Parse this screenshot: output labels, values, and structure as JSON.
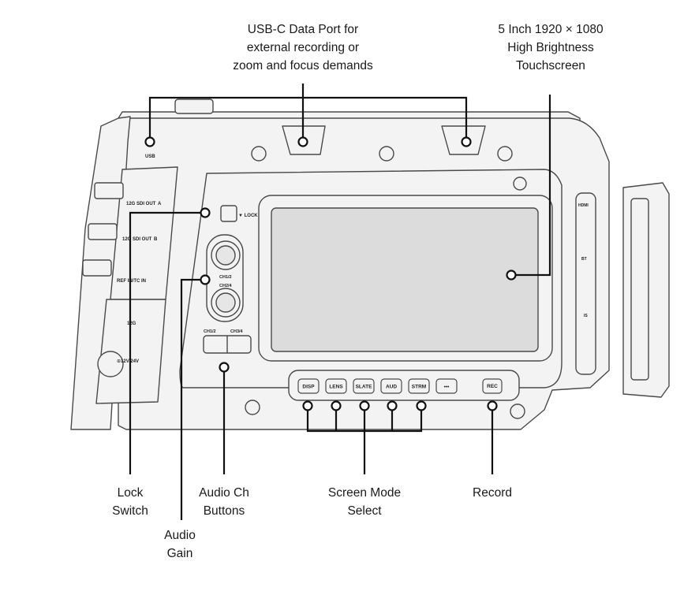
{
  "callouts": {
    "usb_c": [
      "USB-C Data Port for",
      "external recording or",
      "zoom and focus demands"
    ],
    "touchscreen": [
      "5 Inch 1920 × 1080",
      "High Brightness",
      "Touchscreen"
    ],
    "lock_switch": [
      "Lock",
      "Switch"
    ],
    "audio_ch_buttons": [
      "Audio Ch",
      "Buttons"
    ],
    "screen_mode_select": [
      "Screen Mode",
      "Select"
    ],
    "record": [
      "Record"
    ],
    "audio_gain": [
      "Audio",
      "Gain"
    ]
  },
  "body_labels": {
    "usb": "USB",
    "sdi_out_a": "12G SDI OUT",
    "sdi_out_b": "12G SDI OUT",
    "sdi_badge_a": "A",
    "sdi_badge_b": "B",
    "ref_in": "REF IN/TC IN",
    "lock": "▼ LOCK",
    "ch12": "CH1/2",
    "ch24": "CH2/4",
    "ch12_btn": "CH1/2",
    "ch34_btn": "CH3/4",
    "12g": "12G",
    "power": "⊙12V/24V",
    "side_top": "HDMI",
    "side_bt": "BT",
    "side_is": "IS"
  },
  "buttons": [
    "DISP",
    "LENS",
    "SLATE",
    "AUD",
    "STRM",
    "•••"
  ],
  "rec_button": "REC",
  "colors": {
    "body_fill": "#f3f3f3",
    "body_stroke": "#4a4a4a",
    "screen_fill": "#dcdcdc",
    "leader": "#111111"
  }
}
